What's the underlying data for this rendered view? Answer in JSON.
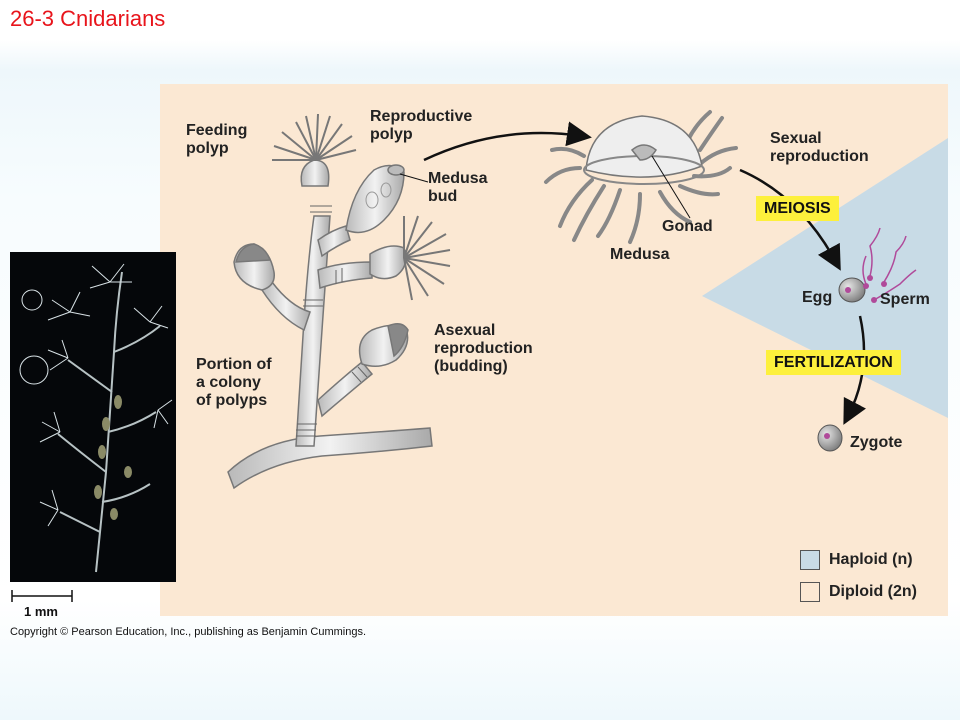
{
  "title": "26-3 Cnidarians",
  "labels": {
    "feeding_polyp": "Feeding\npolyp",
    "reproductive_polyp": "Reproductive\npolyp",
    "medusa_bud": "Medusa\nbud",
    "gonad": "Gonad",
    "medusa": "Medusa",
    "sexual_reproduction": "Sexual\nreproduction",
    "egg": "Egg",
    "sperm": "Sperm",
    "zygote": "Zygote",
    "asexual_reproduction": "Asexual\nreproduction\n(budding)",
    "colony": "Portion of\na colony\nof polyps"
  },
  "process_boxes": {
    "meiosis": "MEIOSIS",
    "fertilization": "FERTILIZATION"
  },
  "legend": {
    "haploid": "Haploid (n)",
    "diploid": "Diploid (2n)"
  },
  "scale_bar": "1 mm",
  "copyright": "Copyright © Pearson Education, Inc., publishing as Benjamin Cummings.",
  "colors": {
    "title": "#e8141b",
    "diploid_fill": "#fbe8d3",
    "haploid_fill": "#c8dbe6",
    "process_box": "#fdf03c",
    "gamete": "#b04a9a"
  }
}
